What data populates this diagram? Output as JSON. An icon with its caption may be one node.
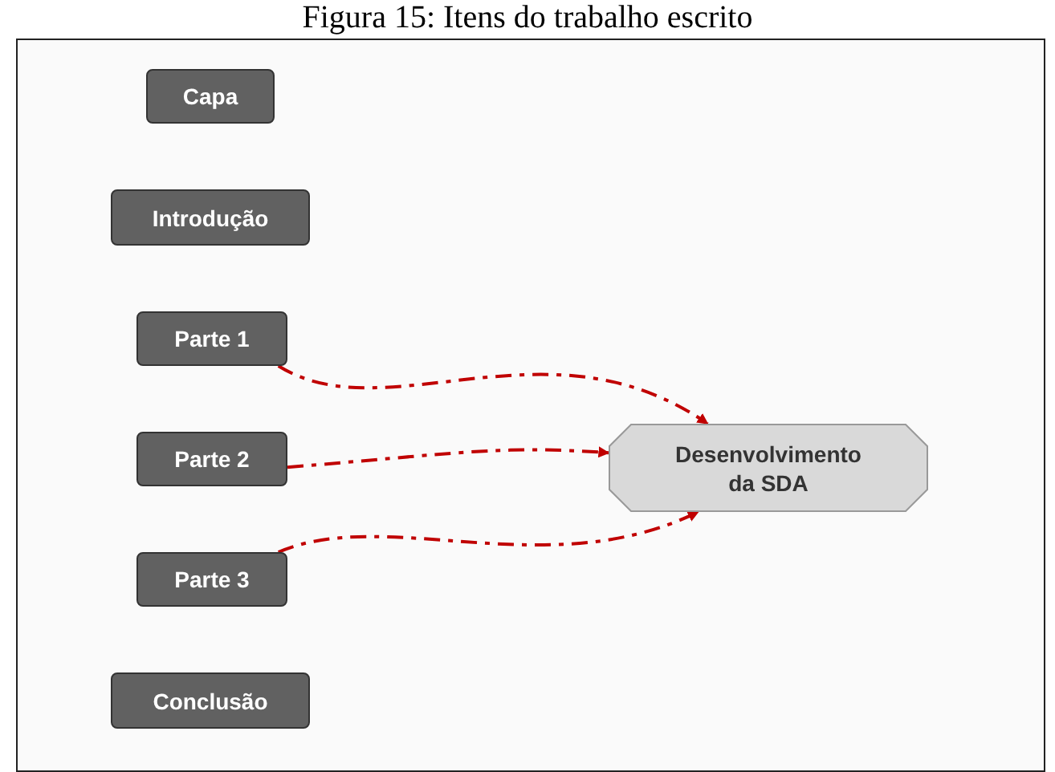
{
  "diagram": {
    "title": "Figura 15: Itens do trabalho escrito",
    "nodes": [
      {
        "text": [
          "Capa"
        ]
      },
      {
        "text": [
          "Introdução"
        ]
      },
      {
        "text": [
          "Parte 1"
        ]
      },
      {
        "text": [
          "Parte 2"
        ]
      },
      {
        "text": [
          "Parte 3"
        ]
      },
      {
        "text": [
          "Conclusão"
        ]
      },
      {
        "text": [
          "Desenvolvimento da SDA"
        ]
      }
    ],
    "edges": [
      {
        "from": 2,
        "to": 6,
        "arrow": "to",
        "style": "dashed"
      },
      {
        "from": 3,
        "to": 6,
        "arrow": "to",
        "style": "dashed"
      },
      {
        "from": 4,
        "to": 6,
        "arrow": "to",
        "style": "dashed"
      }
    ]
  }
}
